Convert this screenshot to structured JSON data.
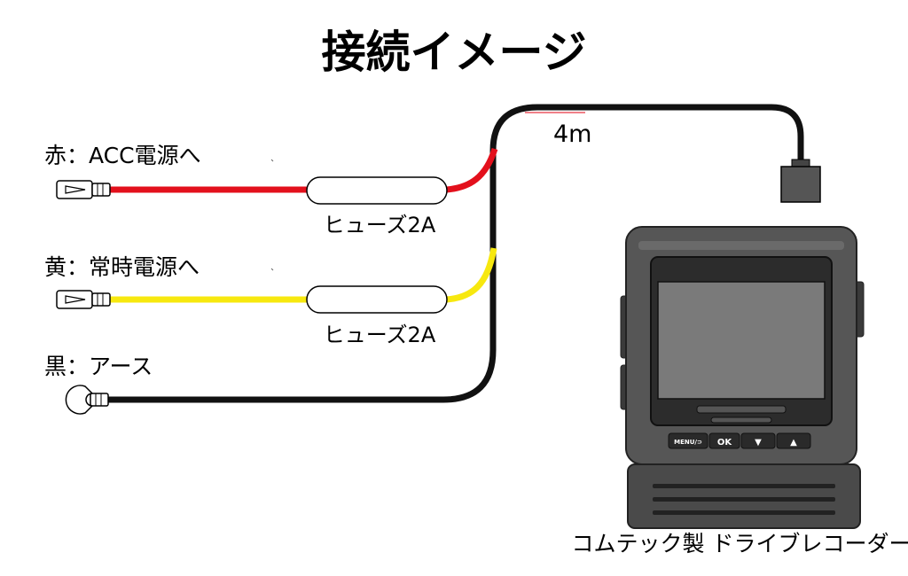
{
  "title": "接続イメージ",
  "wires": [
    {
      "id": "red",
      "label": "赤：ACC電源へ",
      "color": "#e3101c",
      "fuse": "ヒューズ2A"
    },
    {
      "id": "yellow",
      "label": "黄：常時電源へ",
      "color": "#f7e80f",
      "fuse": "ヒューズ2A"
    },
    {
      "id": "black",
      "label": "黒：アース",
      "color": "#111111"
    }
  ],
  "cable_length": "4m",
  "device": {
    "caption": "コムテック製 ドライブレコーダー",
    "buttons": [
      {
        "label": "MENU/⊃"
      },
      {
        "label": "OK"
      },
      {
        "label": "▼"
      },
      {
        "label": "▲"
      }
    ]
  }
}
